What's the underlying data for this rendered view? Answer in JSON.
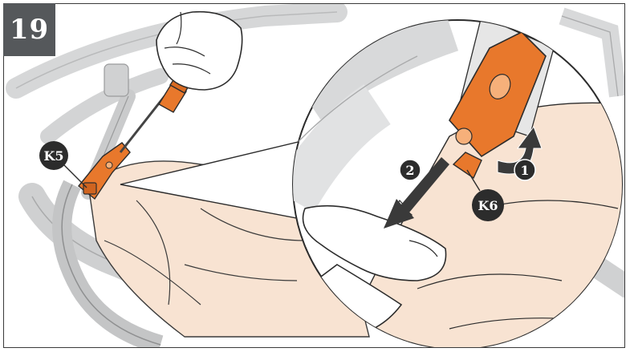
{
  "step": {
    "number": "19"
  },
  "labels": {
    "k5": "K5",
    "k6": "K6",
    "step_1": "1",
    "step_2": "2"
  },
  "colors": {
    "badge_bg": "#55585b",
    "part_orange": "#e8782c",
    "fabric": "#f8e3d2",
    "frame_gray": "#c9cacb",
    "outline": "#2c2c2c"
  }
}
